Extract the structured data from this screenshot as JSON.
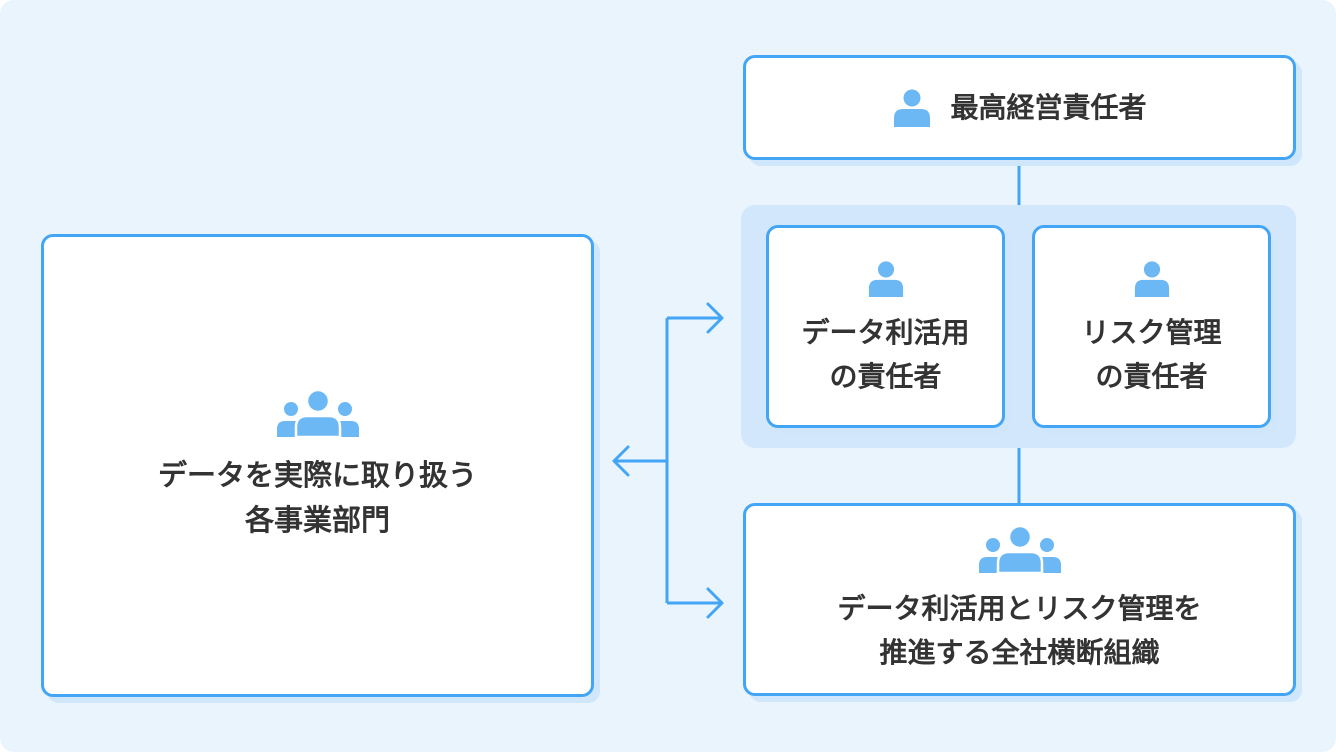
{
  "nodes": {
    "ceo": {
      "label": "最高経営責任者",
      "icon": "person-icon"
    },
    "data_utilization_owner": {
      "label": "データ利活用\nの責任者",
      "icon": "person-icon"
    },
    "risk_management_owner": {
      "label": "リスク管理\nの責任者",
      "icon": "person-icon"
    },
    "business_departments": {
      "label": "データを実際に取り扱う\n各事業部門",
      "icon": "group-icon"
    },
    "cross_org": {
      "label": "データ利活用とリスク管理を\n推進する全社横断組織",
      "icon": "group-icon"
    }
  },
  "colors": {
    "canvas_bg": "#eaf4fd",
    "group_bg": "#d2e7fb",
    "border": "#42a5f5",
    "icon": "#6cb8f5",
    "text": "#333333",
    "shadow": "#cfe6fb"
  }
}
